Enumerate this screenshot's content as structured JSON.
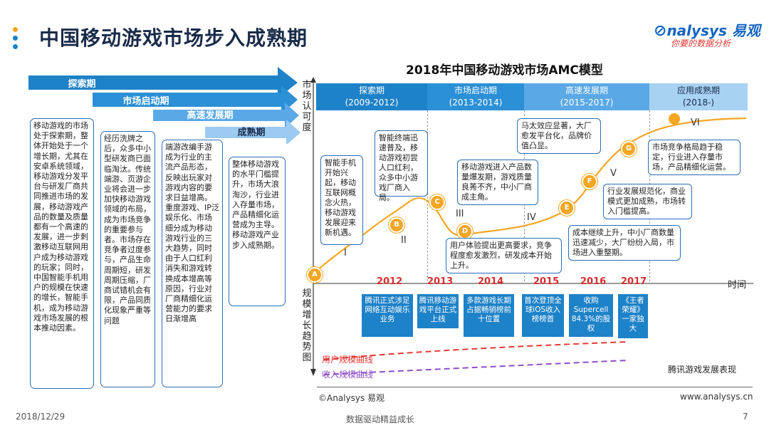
{
  "header": {
    "title": "中国移动游戏市场步入成熟期",
    "logo_brand": "nalysys 易观",
    "logo_slogan": "你要的数据分析"
  },
  "left_panel": {
    "phases": [
      "探索期",
      "市场启动期",
      "高速发展期",
      "成熟期"
    ],
    "descriptions": [
      "移动游戏的市场处于探索期，整体开始处于一个增长期，尤其在安卓系统领域，移动游戏分发平台与研发厂商共同推进市场的发展，移动游戏产品的数量及质量都有一个高速的发展，进一步刺激移动互联网用户成为移动游戏的玩家；同时，中国智能手机用户的规模在快速的增长，智能手机，成为移动游戏市场发展的根本推动因素。",
      "经历洗牌之后，众多中小型研发商已面临淘汰。传统端游、页游企业将会进一步加快移动游戏领域的布局，成为市场竞争的重要参与者。市场存在竞争者过度参与，产品生命周期短，研发周期压缩，厂商试错机会有限，产品同质化现象严重等问题",
      "端游改编手游成为行业的主流产品形态，反映出玩家对游戏内容的要求日益增高。重度游戏、IP泛娱乐化、市场细分成为移动游戏行业的三大趋势，同时由于人口红利消失和游戏转换成本增高等原因，行业对厂商精细化运营能力的要求日渐增高",
      "整体移动游戏的水平门槛提升，市场大浪淘沙，行业进入存量市场，产品精细化运营成为主导。移动游戏产业步入成熟期。"
    ]
  },
  "chart": {
    "title": "2018年中国移动游戏市场AMC模型",
    "y_axis_top": "市场认可度",
    "y_axis_bottom": "规模增长趋势图",
    "x_axis": "时间",
    "phases": [
      {
        "name": "探索期",
        "years": "(2009-2012)"
      },
      {
        "name": "市场启动期",
        "years": "(2013-2014)"
      },
      {
        "name": "高速发展期",
        "years": "(2015-2017)"
      },
      {
        "name": "应用成熟期",
        "years": "(2018-)"
      }
    ],
    "stage_labels": [
      "I",
      "II",
      "III",
      "IV",
      "V",
      "VI"
    ],
    "nodes": [
      "A",
      "B",
      "C",
      "D",
      "E",
      "F",
      "G"
    ],
    "callouts": [
      "智能手机开始兴起，移动互联网概念火热，移动游戏发展迎来新机遇。",
      "智能终端迅速普及，移动游戏初尝人口红利，众多中小游戏厂商入局。",
      "移动游戏进入产品数量爆发期，游戏质量良莠不齐，中小厂商成主角。",
      "用户体验提出更高要求，竞争程度愈发激烈，研发成本开始上升。",
      "马太效应显著，大厂愈发平台化，品牌价值凸显。",
      "行业发展规范化，商业模式更加成熟，市场转入门槛提高。",
      "成本继续上升，中小厂商数量迅速减少，大厂纷纷入局，市场进入重整期。",
      "市场竞争格局趋于稳定，行业进入存量市场，产品精细化运营。"
    ],
    "years": [
      "2012",
      "2013",
      "2014",
      "2015",
      "2016",
      "2017"
    ],
    "events": [
      "腾讯正式涉足网络互动娱乐业务",
      "腾讯移动游戏平台正式上线",
      "多款游戏长期占据畅销榜前十位置",
      "首次登顶全球iOS收入榜榜首",
      "收购Supercell 84.3%的股权",
      "《王者荣耀》一家独大"
    ],
    "legend_user": "用户规模曲线",
    "legend_revenue": "收入规模曲线",
    "tencent_label": "腾讯游戏发展表现",
    "accent_orange": "#f5a623",
    "accent_blue": "#1e82c8"
  },
  "footer": {
    "copyright": "©Analysys 易观",
    "website": "www.analysys.cn",
    "date": "2018/12/29",
    "slogan": "数据驱动精益成长",
    "page": "7"
  }
}
